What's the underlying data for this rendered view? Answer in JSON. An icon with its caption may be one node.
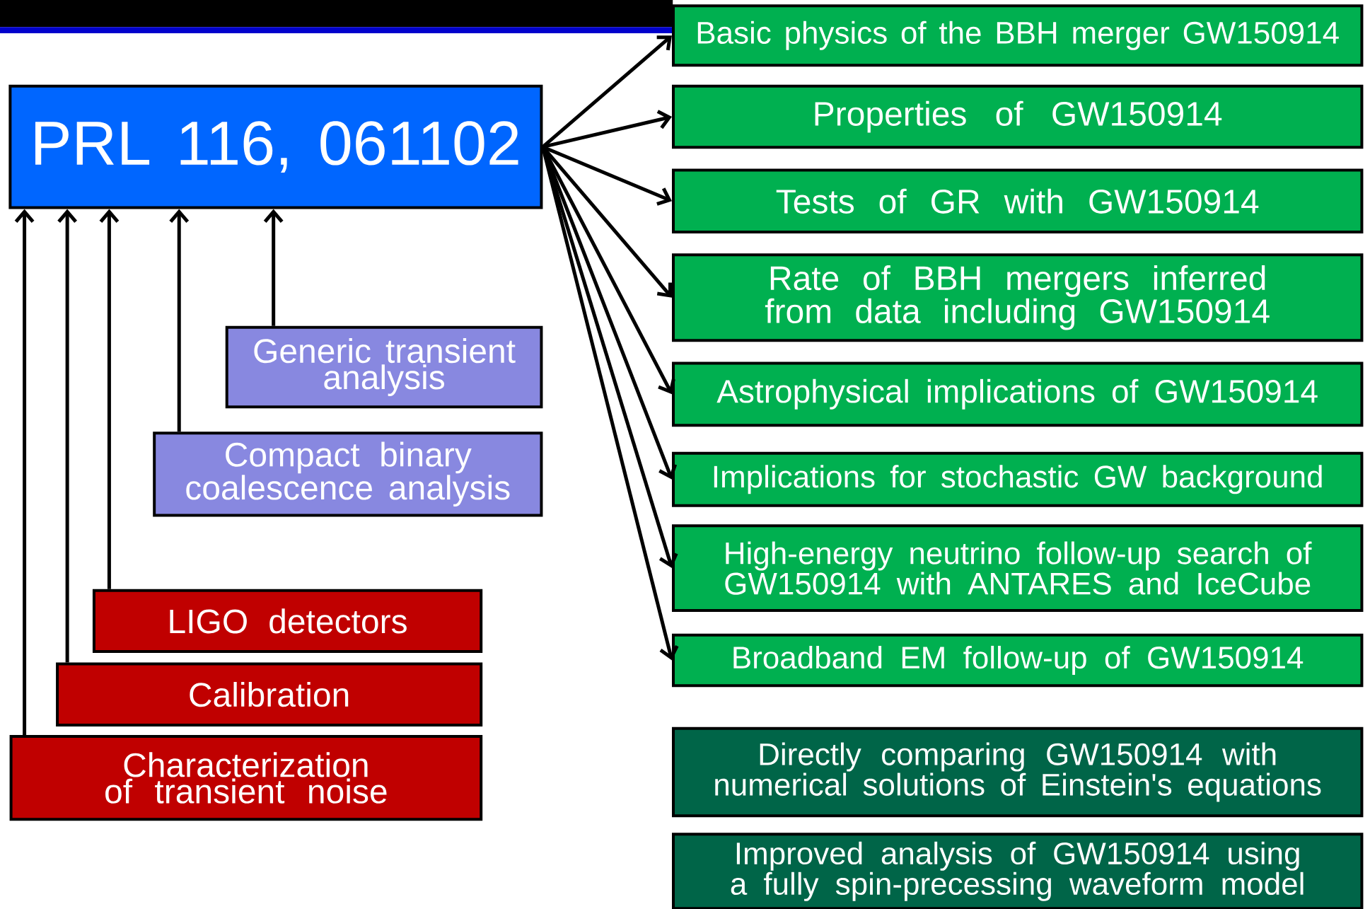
{
  "diagram": {
    "nodes": [
      {
        "text": [
          "PRL 116, 061102"
        ]
      },
      {
        "text": [
          "Generic transient analysis"
        ]
      },
      {
        "text": [
          "Compact binary coalescence analysis"
        ]
      },
      {
        "text": [
          "LIGO detectors"
        ]
      },
      {
        "text": [
          "Calibration"
        ]
      },
      {
        "text": [
          "Characterization of transient noise"
        ]
      },
      {
        "text": [
          "Basic physics of the BBH merger GW150914"
        ]
      },
      {
        "text": [
          "Properties of GW150914"
        ]
      },
      {
        "text": [
          "Tests of GR with GW150914"
        ]
      },
      {
        "text": [
          "Rate of BBH mergers inferred from data including GW150914"
        ]
      },
      {
        "text": [
          "Astrophysical implications of GW150914"
        ]
      },
      {
        "text": [
          "Implications for stochastic GW background"
        ]
      },
      {
        "text": [
          "High-energy neutrino follow-up search of GW150914 with ANTARES and IceCube"
        ]
      },
      {
        "text": [
          "Broadband EM follow-up of GW150914"
        ]
      },
      {
        "text": [
          "Directly comparing GW150914 with numerical solutions of Einstein's equations"
        ]
      },
      {
        "text": [
          "Improved analysis of GW150914 using a fully spin-precessing waveform model"
        ]
      }
    ],
    "edges": [
      {
        "from": 1,
        "to": 0,
        "arrow": "to"
      },
      {
        "from": 2,
        "to": 0,
        "arrow": "to"
      },
      {
        "from": 3,
        "to": 0,
        "arrow": "to"
      },
      {
        "from": 4,
        "to": 0,
        "arrow": "to"
      },
      {
        "from": 5,
        "to": 0,
        "arrow": "to"
      },
      {
        "from": 0,
        "to": 6,
        "arrow": "to"
      },
      {
        "from": 0,
        "to": 7,
        "arrow": "to"
      },
      {
        "from": 0,
        "to": 8,
        "arrow": "to"
      },
      {
        "from": 0,
        "to": 9,
        "arrow": "to"
      },
      {
        "from": 0,
        "to": 10,
        "arrow": "to"
      },
      {
        "from": 0,
        "to": 11,
        "arrow": "to"
      },
      {
        "from": 0,
        "to": 12,
        "arrow": "to"
      },
      {
        "from": 0,
        "to": 13,
        "arrow": "to"
      }
    ]
  }
}
